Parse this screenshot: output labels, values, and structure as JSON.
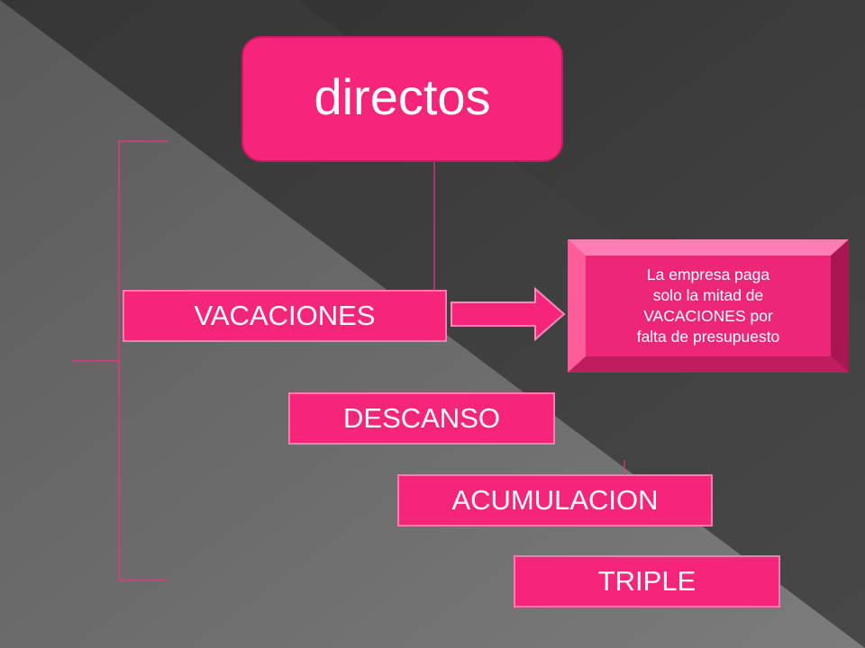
{
  "diagram": {
    "root": {
      "label": "directos"
    },
    "nodes": [
      {
        "label": "VACACIONES"
      },
      {
        "label": "DESCANSO"
      },
      {
        "label": "ACUMULACION"
      },
      {
        "label": "TRIPLE"
      }
    ],
    "note": {
      "text": "La empresa  paga\nsolo la mitad de\nVACACIONES  por\nfalta de presupuesto"
    },
    "colors": {
      "accent": "#f5267a",
      "line": "#e8357e",
      "background_dark": "#353535",
      "background_light": "#6e6e6e"
    }
  }
}
